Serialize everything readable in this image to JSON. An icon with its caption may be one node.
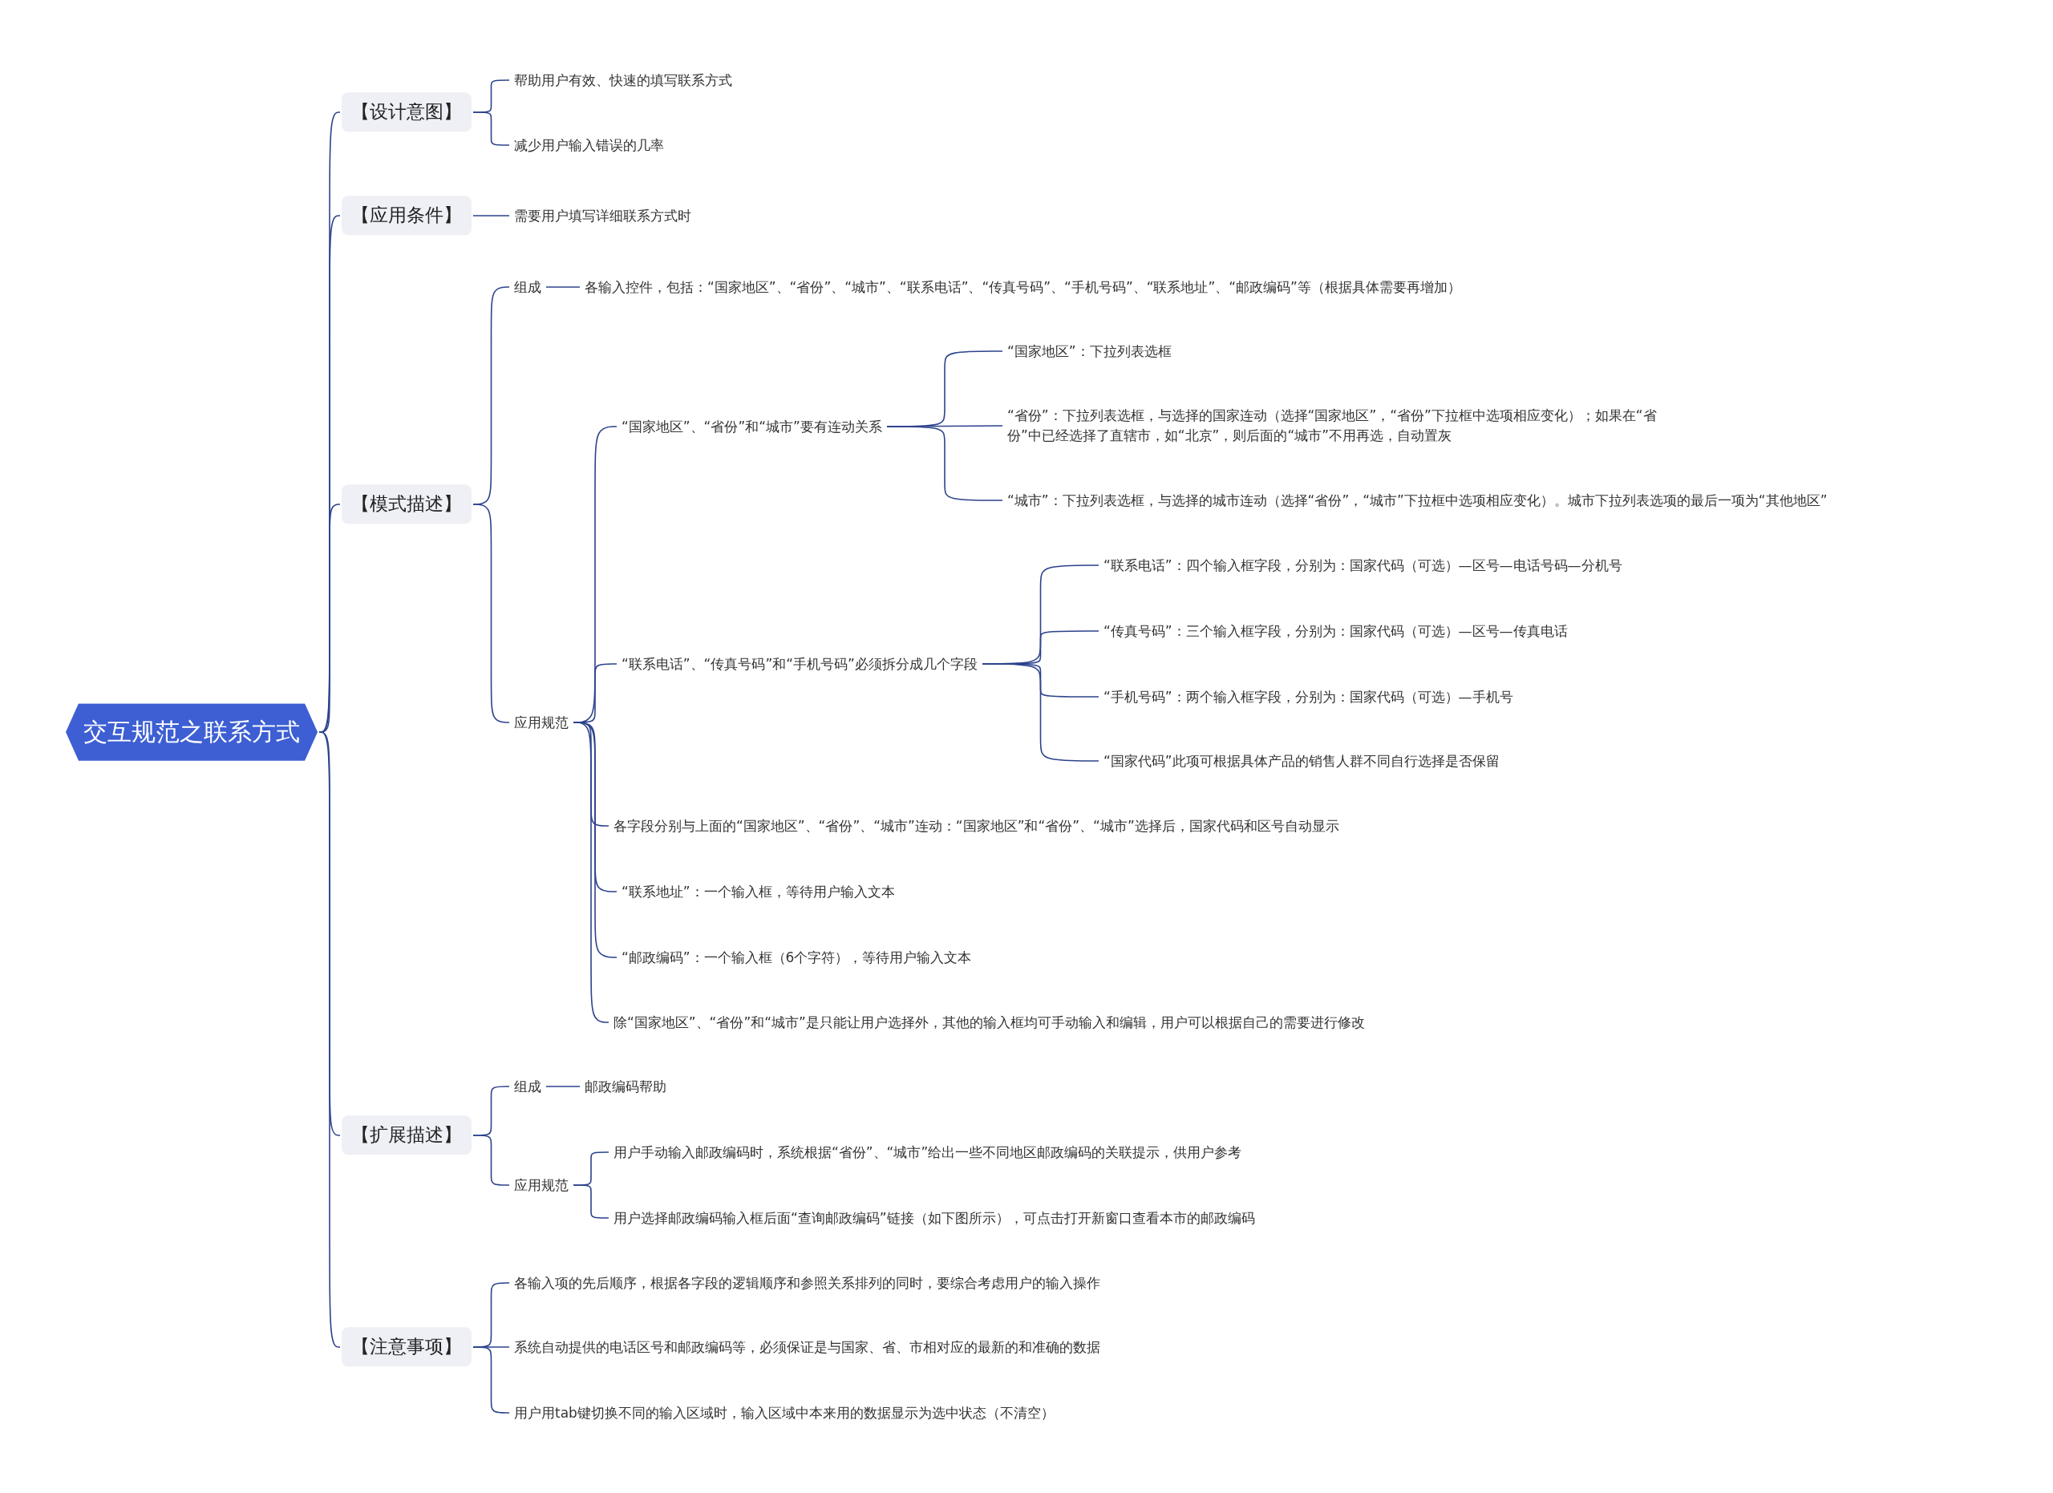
{
  "diagram": {
    "nodes": [
      {
        "text": [
          "交互规范之联系方式"
        ]
      },
      {
        "text": [
          "【设计意图】"
        ]
      },
      {
        "text": [
          "帮助用户有效、快速的填写联系方式"
        ]
      },
      {
        "text": [
          "减少用户输入错误的几率"
        ]
      },
      {
        "text": [
          "【应用条件】"
        ]
      },
      {
        "text": [
          "需要用户填写详细联系方式时"
        ]
      },
      {
        "text": [
          "【模式描述】"
        ]
      },
      {
        "text": [
          "组成"
        ]
      },
      {
        "text": [
          "各输入控件，包括：“国家地区”、“省份”、“城市”、“联系电话”、“传真号码”、“手机号码”、“联系地址”、“邮政编码”等（根据具体需要再增加）"
        ]
      },
      {
        "text": [
          "应用规范"
        ]
      },
      {
        "text": [
          "“国家地区”、“省份”和“城市”要有连动关系"
        ]
      },
      {
        "text": [
          "“国家地区”：下拉列表选框"
        ]
      },
      {
        "text": [
          "“省份”：下拉列表选框，与选择的国家连动（选择“国家地区”，“省份”下拉框中选项相应变化）；如果在“省份”中已经选择了直辖市，如“北京”，则后面的“城市”不用再选，自动置灰"
        ]
      },
      {
        "text": [
          "“城市”：下拉列表选框，与选择的城市连动（选择“省份”，“城市”下拉框中选项相应变化）。城市下拉列表选项的最后一项为“其他地区”"
        ]
      },
      {
        "text": [
          "“联系电话”、“传真号码”和“手机号码”必须拆分成几个字段"
        ]
      },
      {
        "text": [
          "“联系电话”：四个输入框字段，分别为：国家代码（可选）—区号—电话号码—分机号"
        ]
      },
      {
        "text": [
          "“传真号码”：三个输入框字段，分别为：国家代码（可选）—区号—传真电话"
        ]
      },
      {
        "text": [
          "“手机号码”：两个输入框字段，分别为：国家代码（可选）—手机号"
        ]
      },
      {
        "text": [
          "“国家代码”此项可根据具体产品的销售人群不同自行选择是否保留"
        ]
      },
      {
        "text": [
          "各字段分别与上面的“国家地区”、“省份”、“城市”连动：“国家地区”和“省份”、“城市”选择后，国家代码和区号自动显示"
        ]
      },
      {
        "text": [
          "“联系地址”：一个输入框，等待用户输入文本"
        ]
      },
      {
        "text": [
          "“邮政编码”：一个输入框（6个字符），等待用户输入文本"
        ]
      },
      {
        "text": [
          "除“国家地区”、“省份”和“城市”是只能让用户选择外，其他的输入框均可手动输入和编辑，用户可以根据自己的需要进行修改"
        ]
      },
      {
        "text": [
          "【扩展描述】"
        ]
      },
      {
        "text": [
          "组成"
        ]
      },
      {
        "text": [
          "邮政编码帮助"
        ]
      },
      {
        "text": [
          "应用规范"
        ]
      },
      {
        "text": [
          "用户手动输入邮政编码时，系统根据“省份”、“城市”给出一些不同地区邮政编码的关联提示，供用户参考"
        ]
      },
      {
        "text": [
          "用户选择邮政编码输入框后面“查询邮政编码”链接（如下图所示），可点击打开新窗口查看本市的邮政编码"
        ]
      },
      {
        "text": [
          "【注意事项】"
        ]
      },
      {
        "text": [
          "各输入项的先后顺序，根据各字段的逻辑顺序和参照关系排列的同时，要综合考虑用户的输入操作"
        ]
      },
      {
        "text": [
          "系统自动提供的电话区号和邮政编码等，必须保证是与国家、省、市相对应的最新的和准确的数据"
        ]
      },
      {
        "text": [
          "用户用tab键切换不同的输入区域时，输入区域中本来用的数据显示为选中状态（不清空）"
        ]
      }
    ],
    "edges": [
      {
        "from": 0,
        "to": 1,
        "arrow": "none"
      },
      {
        "from": 1,
        "to": 2,
        "arrow": "none"
      },
      {
        "from": 1,
        "to": 3,
        "arrow": "none"
      },
      {
        "from": 0,
        "to": 4,
        "arrow": "none"
      },
      {
        "from": 4,
        "to": 5,
        "arrow": "none"
      },
      {
        "from": 0,
        "to": 6,
        "arrow": "none"
      },
      {
        "from": 6,
        "to": 7,
        "arrow": "none"
      },
      {
        "from": 7,
        "to": 8,
        "arrow": "none"
      },
      {
        "from": 6,
        "to": 9,
        "arrow": "none"
      },
      {
        "from": 9,
        "to": 10,
        "arrow": "none"
      },
      {
        "from": 10,
        "to": 11,
        "arrow": "none"
      },
      {
        "from": 10,
        "to": 12,
        "arrow": "none"
      },
      {
        "from": 10,
        "to": 13,
        "arrow": "none"
      },
      {
        "from": 9,
        "to": 14,
        "arrow": "none"
      },
      {
        "from": 14,
        "to": 15,
        "arrow": "none"
      },
      {
        "from": 14,
        "to": 16,
        "arrow": "none"
      },
      {
        "from": 14,
        "to": 17,
        "arrow": "none"
      },
      {
        "from": 14,
        "to": 18,
        "arrow": "none"
      },
      {
        "from": 9,
        "to": 19,
        "arrow": "none"
      },
      {
        "from": 9,
        "to": 20,
        "arrow": "none"
      },
      {
        "from": 9,
        "to": 21,
        "arrow": "none"
      },
      {
        "from": 9,
        "to": 22,
        "arrow": "none"
      },
      {
        "from": 0,
        "to": 23,
        "arrow": "none"
      },
      {
        "from": 23,
        "to": 24,
        "arrow": "none"
      },
      {
        "from": 24,
        "to": 25,
        "arrow": "none"
      },
      {
        "from": 23,
        "to": 26,
        "arrow": "none"
      },
      {
        "from": 26,
        "to": 27,
        "arrow": "none"
      },
      {
        "from": 26,
        "to": 28,
        "arrow": "none"
      },
      {
        "from": 0,
        "to": 29,
        "arrow": "none"
      },
      {
        "from": 29,
        "to": 30,
        "arrow": "none"
      },
      {
        "from": 29,
        "to": 31,
        "arrow": "none"
      },
      {
        "from": 29,
        "to": 32,
        "arrow": "none"
      }
    ]
  }
}
